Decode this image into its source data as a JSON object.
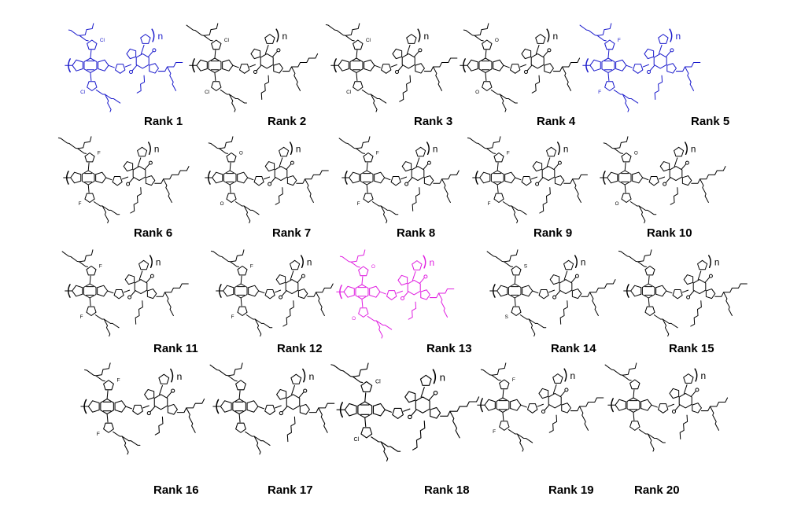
{
  "colors": {
    "default": "#000000",
    "blue": "#1a1acc",
    "magenta": "#e020e0"
  },
  "repeat_label": "n",
  "structures": [
    {
      "label": "Rank 1",
      "color": "#1a1acc",
      "substituent": "Cl"
    },
    {
      "label": "Rank 2",
      "color": "#000000",
      "substituent": "Cl"
    },
    {
      "label": "Rank 3",
      "color": "#000000",
      "substituent": "Cl"
    },
    {
      "label": "Rank 4",
      "color": "#000000",
      "substituent": "O"
    },
    {
      "label": "Rank 5",
      "color": "#1a1acc",
      "substituent": "F"
    },
    {
      "label": "Rank 6",
      "color": "#000000",
      "substituent": "F"
    },
    {
      "label": "Rank 7",
      "color": "#000000",
      "substituent": "O"
    },
    {
      "label": "Rank 8",
      "color": "#000000",
      "substituent": "F"
    },
    {
      "label": "Rank 9",
      "color": "#000000",
      "substituent": "F"
    },
    {
      "label": "Rank 10",
      "color": "#000000",
      "substituent": "O"
    },
    {
      "label": "Rank 11",
      "color": "#000000",
      "substituent": "F"
    },
    {
      "label": "Rank 12",
      "color": "#000000",
      "substituent": "F"
    },
    {
      "label": "Rank 13",
      "color": "#e020e0",
      "substituent": "O"
    },
    {
      "label": "Rank 14",
      "color": "#000000",
      "substituent": "S"
    },
    {
      "label": "Rank 15",
      "color": "#000000",
      "substituent": ""
    },
    {
      "label": "Rank 16",
      "color": "#000000",
      "substituent": "F"
    },
    {
      "label": "Rank 17",
      "color": "#000000",
      "substituent": ""
    },
    {
      "label": "Rank 18",
      "color": "#000000",
      "substituent": "Cl"
    },
    {
      "label": "Rank 19",
      "color": "#000000",
      "substituent": "F"
    },
    {
      "label": "Rank 20",
      "color": "#000000",
      "substituent": ""
    }
  ]
}
